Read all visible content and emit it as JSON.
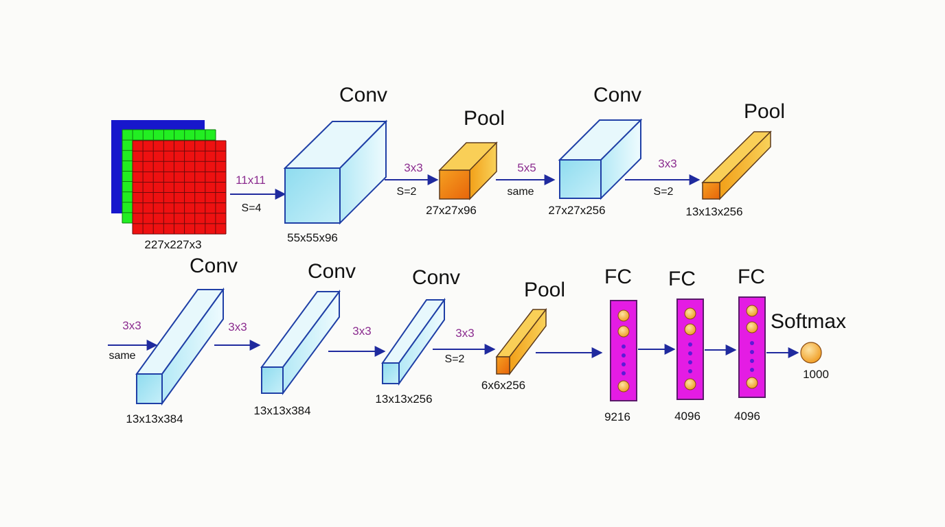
{
  "colors": {
    "conv_front": "#9fe3f2",
    "conv_side": "#c9f0f8",
    "conv_top": "#e4f8fc",
    "conv_edge": "#1f3fa6",
    "pool_front": "#f08a10",
    "pool_side": "#f7b92c",
    "pool_top": "#f9cf57",
    "fc_fill": "#e41ce4",
    "fc_edge": "#5a1a6a",
    "neuron": "#f3a82e",
    "dot": "#5b1bd6",
    "arrow": "#1f2a9e",
    "kernel_text": "#8b2c8f",
    "grid_red": "#ee1111",
    "grid_green": "#22ee22",
    "grid_blue": "#1717cc"
  },
  "input": {
    "dims": "227x227x3"
  },
  "layers": [
    {
      "type": "Conv",
      "dims": "55x55x96"
    },
    {
      "type": "Pool",
      "dims": "27x27x96"
    },
    {
      "type": "Conv",
      "dims": "27x27x256"
    },
    {
      "type": "Pool",
      "dims": "13x13x256"
    },
    {
      "type": "Conv",
      "dims": "13x13x384"
    },
    {
      "type": "Conv",
      "dims": "13x13x384"
    },
    {
      "type": "Conv",
      "dims": "13x13x256"
    },
    {
      "type": "Pool",
      "dims": "6x6x256"
    },
    {
      "type": "FC",
      "dims": "9216"
    },
    {
      "type": "FC",
      "dims": "4096"
    },
    {
      "type": "FC",
      "dims": "4096"
    },
    {
      "type": "Softmax",
      "dims": "1000"
    }
  ],
  "ops": [
    {
      "kernel": "11x11",
      "param": "S=4"
    },
    {
      "kernel": "3x3",
      "param": "S=2"
    },
    {
      "kernel": "5x5",
      "param": "same"
    },
    {
      "kernel": "3x3",
      "param": "S=2"
    },
    {
      "kernel": "3x3",
      "param": "same"
    },
    {
      "kernel": "3x3",
      "param": ""
    },
    {
      "kernel": "3x3",
      "param": ""
    },
    {
      "kernel": "3x3",
      "param": "S=2"
    }
  ]
}
